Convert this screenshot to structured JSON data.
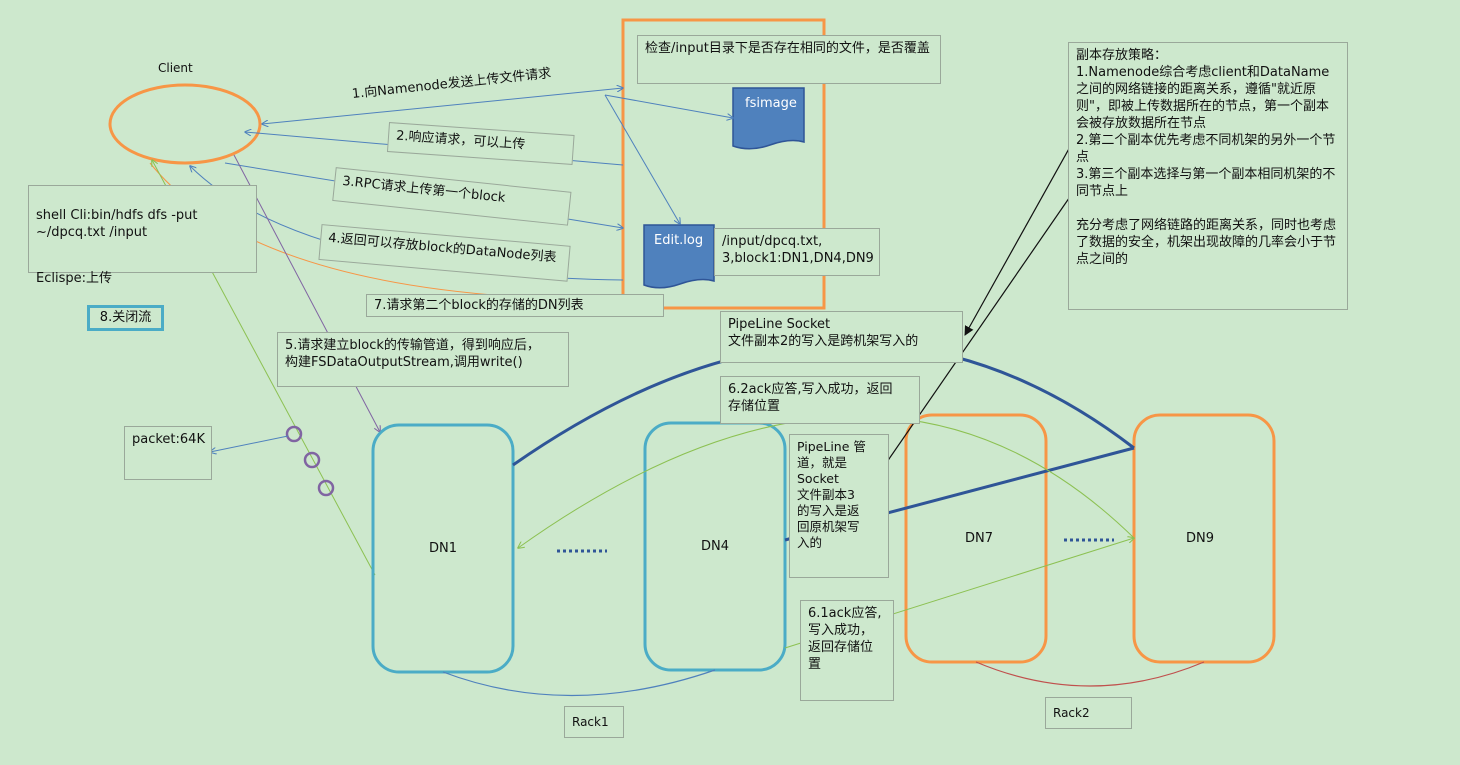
{
  "client": {
    "label": "Client"
  },
  "namenode": {
    "check_note": "检查/input目录下是否存在相同的文件，是否覆盖",
    "fsimage": "fsimage",
    "editlog": "Edit.log",
    "editlog_entry": "/input/dpcq.txt,\n3,block1:DN1,DN4,DN9"
  },
  "commands": {
    "shell": "shell Cli:bin/hdfs dfs -put\n~/dpcq.txt /input",
    "eclipse": "Eclispe:上传"
  },
  "steps": {
    "s1": "1.向Namenode发送上传文件请求",
    "s2": "2.响应请求，可以上传",
    "s3": "3.RPC请求上传第一个block",
    "s4": "4.返回可以存放block的DataNode列表",
    "s5": "5.请求建立block的传输管道，得到响应后，\n构建FSDataOutputStream,调用write()",
    "s6_1": "6.1ack应答,\n写入成功，\n返回存储位\n置",
    "s6_2": "6.2ack应答,写入成功，返回\n存储位置",
    "s7": "7.请求第二个block的存储的DN列表",
    "s8": "8.关闭流"
  },
  "packet": "packet:64K",
  "pipeline_socket": "PipeLine Socket\n文件副本2的写入是跨机架写入的",
  "pipeline_note": "PipeLine 管\n道，就是\nSocket\n文件副本3\n的写入是返\n回原机架写\n入的",
  "replica_policy": "副本存放策略：\n1.Namenode综合考虑client和DataName之间的网络链接的距离关系，遵循\"就近原则\"，即被上传数据所在的节点，第一个副本会被存放数据所在节点\n2.第二个副本优先考虑不同机架的另外一个节点\n3.第三个副本选择与第一个副本相同机架的不同节点上\n\n充分考虑了网络链路的距离关系，同时也考虑了数据的安全，机架出现故障的几率会小于节点之间的",
  "datanodes": [
    {
      "name": "DN1"
    },
    {
      "name": "DN4"
    },
    {
      "name": "DN7"
    },
    {
      "name": "DN9"
    }
  ],
  "racks": {
    "rack1": "Rack1",
    "rack2": "Rack2"
  },
  "colors": {
    "background": "#cde8cd",
    "client_stroke": "#f79646",
    "namenode_stroke": "#f79646",
    "rack1_nodes": "#4bacc6",
    "rack2_nodes": "#f79646",
    "pipeline": "#2f5597",
    "arrow_blue": "#4f81bd",
    "arrow_green": "#8cc152",
    "arrow_purple": "#8064a2",
    "doc_fill": "#4f81bd"
  }
}
